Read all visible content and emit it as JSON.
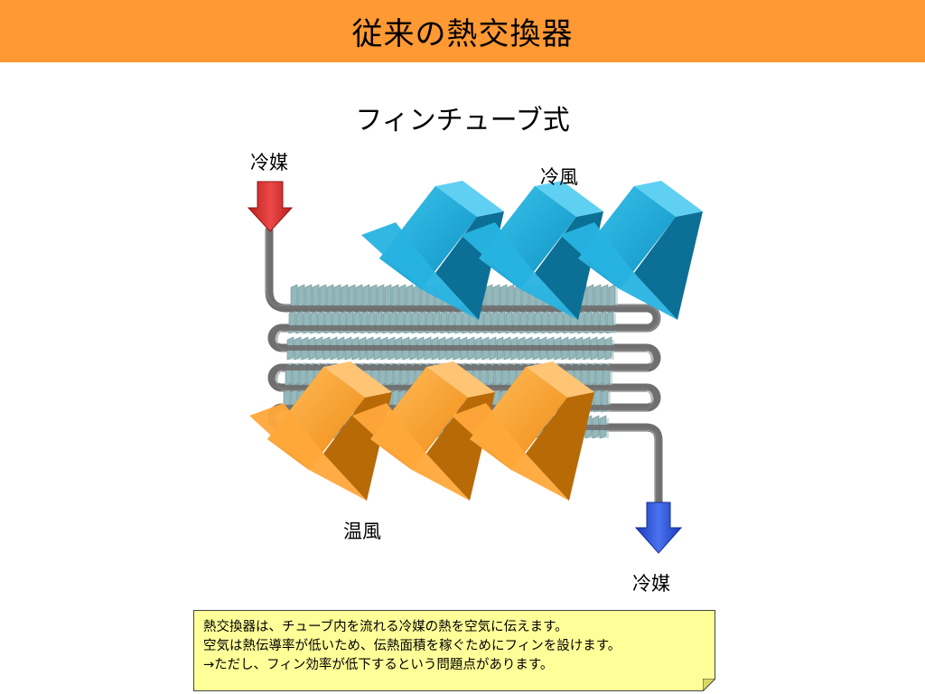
{
  "header": {
    "title": "従来の熱交換器"
  },
  "diagram": {
    "subtitle": "フィンチューブ式",
    "labels": {
      "refrigerant_in": "冷媒",
      "cold_air": "冷風",
      "warm_air": "温風",
      "refrigerant_out": "冷媒"
    },
    "colors": {
      "header": "#ff9933",
      "refrigerant_in": "#d93030",
      "refrigerant_out": "#2a4fd6",
      "cold_air": "#1aa8d8",
      "warm_air": "#ff9a26",
      "fins": "#94b8bb",
      "tube": "#6f6f6f",
      "note": "#ffff99"
    }
  },
  "note": {
    "lines": [
      "熱交換器は、チューブ内を流れる冷媒の熱を空気に伝えます。",
      "空気は熱伝導率が低いため、伝熱面積を稼ぐためにフィンを設けます。",
      "→ただし、フィン効率が低下するという問題点があります。"
    ]
  }
}
